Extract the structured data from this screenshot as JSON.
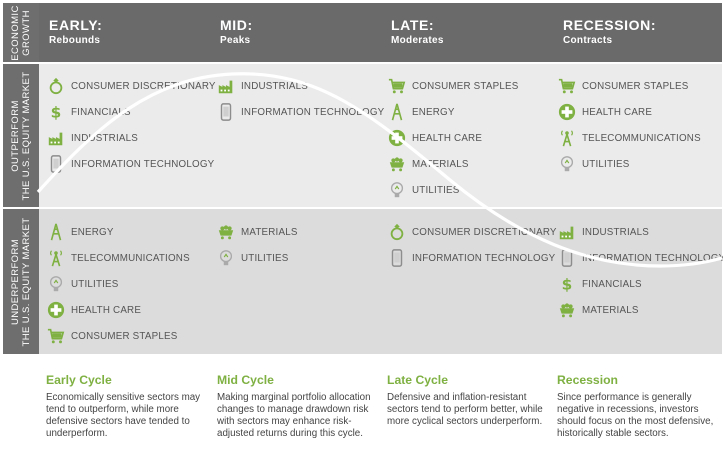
{
  "side_labels": {
    "economic_growth": [
      "ECONOMIC",
      "GROWTH"
    ],
    "outperform": [
      "OUTPERFORM",
      "THE U.S. EQUITY MARKET"
    ],
    "underperform": [
      "UNDERPERFORM",
      "THE U.S. EQUITY MARKET"
    ]
  },
  "phases": [
    {
      "title": "EARLY:",
      "subtitle": "Rebounds"
    },
    {
      "title": "MID:",
      "subtitle": "Peaks"
    },
    {
      "title": "LATE:",
      "subtitle": "Moderates"
    },
    {
      "title": "RECESSION:",
      "subtitle": "Contracts"
    }
  ],
  "outperform": [
    [
      {
        "label": "CONSUMER DISCRETIONARY",
        "icon": "ring-icon"
      },
      {
        "label": "FINANCIALS",
        "icon": "dollar-icon"
      },
      {
        "label": "INDUSTRIALS",
        "icon": "factory-icon"
      },
      {
        "label": "INFORMATION TECHNOLOGY",
        "icon": "phone-icon"
      }
    ],
    [
      {
        "label": "INDUSTRIALS",
        "icon": "factory-icon"
      },
      {
        "label": "INFORMATION TECHNOLOGY",
        "icon": "phone-icon"
      }
    ],
    [
      {
        "label": "CONSUMER STAPLES",
        "icon": "cart-icon"
      },
      {
        "label": "ENERGY",
        "icon": "oil-rig-icon"
      },
      {
        "label": "HEALTH CARE",
        "icon": "medical-cross-icon"
      },
      {
        "label": "MATERIALS",
        "icon": "mine-cart-icon"
      },
      {
        "label": "UTILITIES",
        "icon": "lightbulb-icon"
      }
    ],
    [
      {
        "label": "CONSUMER STAPLES",
        "icon": "cart-icon"
      },
      {
        "label": "HEALTH CARE",
        "icon": "medical-cross-icon"
      },
      {
        "label": "TELECOMMUNICATIONS",
        "icon": "antenna-icon"
      },
      {
        "label": "UTILITIES",
        "icon": "lightbulb-icon"
      }
    ]
  ],
  "underperform": [
    [
      {
        "label": "ENERGY",
        "icon": "oil-rig-icon"
      },
      {
        "label": "TELECOMMUNICATIONS",
        "icon": "antenna-icon"
      },
      {
        "label": "UTILITIES",
        "icon": "lightbulb-icon"
      },
      {
        "label": "HEALTH CARE",
        "icon": "medical-cross-icon"
      },
      {
        "label": "CONSUMER STAPLES",
        "icon": "cart-icon"
      }
    ],
    [
      {
        "label": "MATERIALS",
        "icon": "mine-cart-icon"
      },
      {
        "label": "UTILITIES",
        "icon": "lightbulb-icon"
      }
    ],
    [
      {
        "label": "CONSUMER DISCRETIONARY",
        "icon": "ring-icon"
      },
      {
        "label": "INFORMATION TECHNOLOGY",
        "icon": "phone-icon"
      }
    ],
    [
      {
        "label": "INDUSTRIALS",
        "icon": "factory-icon"
      },
      {
        "label": "INFORMATION TECHNOLOGY",
        "icon": "phone-icon"
      },
      {
        "label": "FINANCIALS",
        "icon": "dollar-icon"
      },
      {
        "label": "MATERIALS",
        "icon": "mine-cart-icon"
      }
    ]
  ],
  "descriptions": [
    {
      "heading": "Early Cycle",
      "body": "Economically sensitive sectors may tend to outperform, while more defensive sectors have tended to underperform."
    },
    {
      "heading": "Mid Cycle",
      "body": "Making marginal portfolio allocation changes to manage drawdown risk with sectors may enhance risk-adjusted returns during this cycle."
    },
    {
      "heading": "Late Cycle",
      "body": "Defensive and inflation-resistant sectors tend to perform better, while more cyclical sectors underperform."
    },
    {
      "heading": "Recession",
      "body": "Since performance is generally negative in recessions, investors should focus on the most defensive, historically stable sectors."
    }
  ],
  "colors": {
    "accent_green": "#7eb042",
    "header_gray": "#6a6a6b",
    "curve": "#ffffff"
  }
}
